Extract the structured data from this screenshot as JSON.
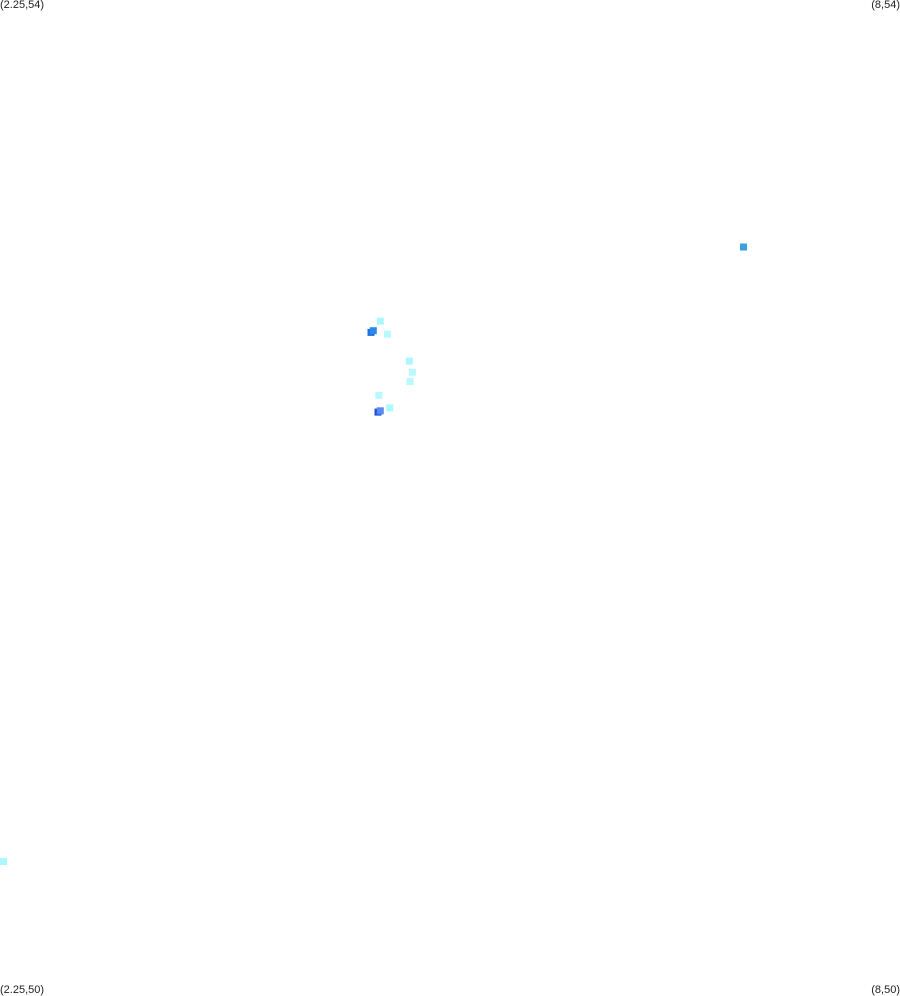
{
  "chart_data": {
    "type": "heatmap",
    "corner_labels": {
      "top_left": "(2.25,54)",
      "top_right": "(8,54)",
      "bottom_left": "(2.25,50)",
      "bottom_right": "(8,50)"
    },
    "x_range": [
      2.25,
      8
    ],
    "y_range": [
      50,
      54
    ],
    "grid": false,
    "points": [
      {
        "x": 7.0,
        "y": 53.008,
        "color": "#3aa0e0"
      },
      {
        "x": 4.68,
        "y": 52.71,
        "color": "#aaf7ff"
      },
      {
        "x": 4.62,
        "y": 52.665,
        "color": "#1f6fe0"
      },
      {
        "x": 4.635,
        "y": 52.672,
        "color": "#2a8ae8"
      },
      {
        "x": 4.725,
        "y": 52.658,
        "color": "#b8faff"
      },
      {
        "x": 4.865,
        "y": 52.55,
        "color": "#aaf7ff"
      },
      {
        "x": 4.885,
        "y": 52.505,
        "color": "#b8faff"
      },
      {
        "x": 4.87,
        "y": 52.468,
        "color": "#b8faff"
      },
      {
        "x": 4.67,
        "y": 52.412,
        "color": "#b8faff"
      },
      {
        "x": 4.665,
        "y": 52.345,
        "color": "#1a4fe0"
      },
      {
        "x": 4.68,
        "y": 52.35,
        "color": "#5a8af0"
      },
      {
        "x": 4.74,
        "y": 52.362,
        "color": "#aaf7ff"
      },
      {
        "x": 2.26,
        "y": 50.54,
        "color": "#aaf7ff"
      }
    ]
  }
}
